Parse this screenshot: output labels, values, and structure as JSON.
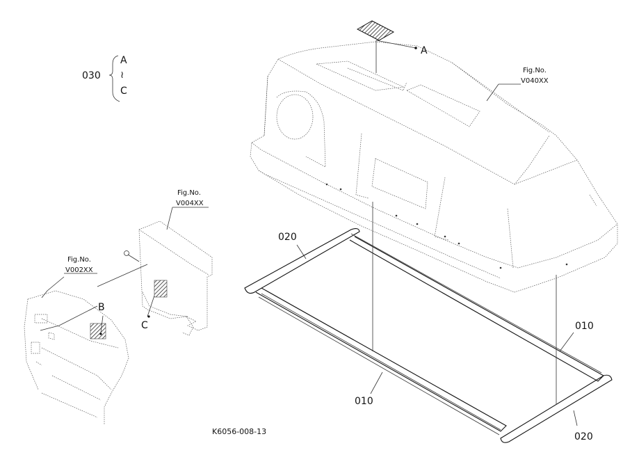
{
  "callouts": {
    "p030": "030",
    "range_a": "A",
    "range_tilde": "≀",
    "range_c": "C",
    "p020_top": "020",
    "p020_bottom": "020",
    "p010_right": "010",
    "p010_bottom": "010",
    "point_a": "A",
    "point_b": "B",
    "point_c": "C"
  },
  "figure_refs": {
    "v040_label": "Fig.No.",
    "v040_code": "V040XX",
    "v004_label": "Fig.No.",
    "v004_code": "V004XX",
    "v002_label": "Fig.No.",
    "v002_code": "V002XX"
  },
  "drawing_code": "K6056-008-13"
}
